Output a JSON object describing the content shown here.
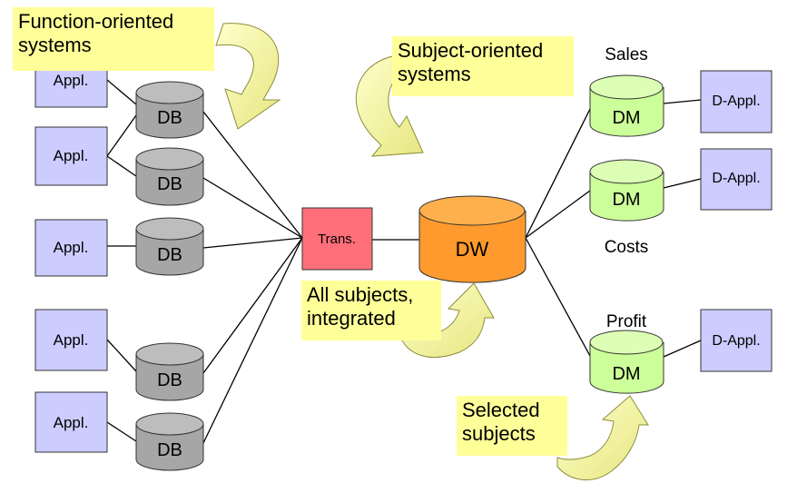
{
  "callouts": {
    "function_line1": "Function-oriented",
    "function_line2": "systems",
    "subject_line1": "Subject-oriented",
    "subject_line2": "systems",
    "integrated_line1": "All subjects,",
    "integrated_line2": "integrated",
    "selected_line1": "Selected",
    "selected_line2": "subjects"
  },
  "applications": [
    "Appl.",
    "Appl.",
    "Appl.",
    "Appl.",
    "Appl."
  ],
  "databases": [
    "DB",
    "DB",
    "DB",
    "DB",
    "DB"
  ],
  "transform": {
    "label": "Trans."
  },
  "warehouse": {
    "label": "DW"
  },
  "marts": [
    {
      "label": "DM",
      "subject": "Sales",
      "app": "D-Appl."
    },
    {
      "label": "DM",
      "subject": "Costs",
      "app": "D-Appl."
    },
    {
      "label": "DM",
      "subject": "Profit",
      "app": "D-Appl."
    }
  ],
  "colors": {
    "application_fill": "#ccccff",
    "database_fill": "#a6a6a6",
    "transform_fill": "#ff6f7a",
    "warehouse_fill": "#ff9a2e",
    "mart_fill": "#ccff99",
    "callout_fill": "#ffff99",
    "arrow_fill": "#ffff99"
  }
}
